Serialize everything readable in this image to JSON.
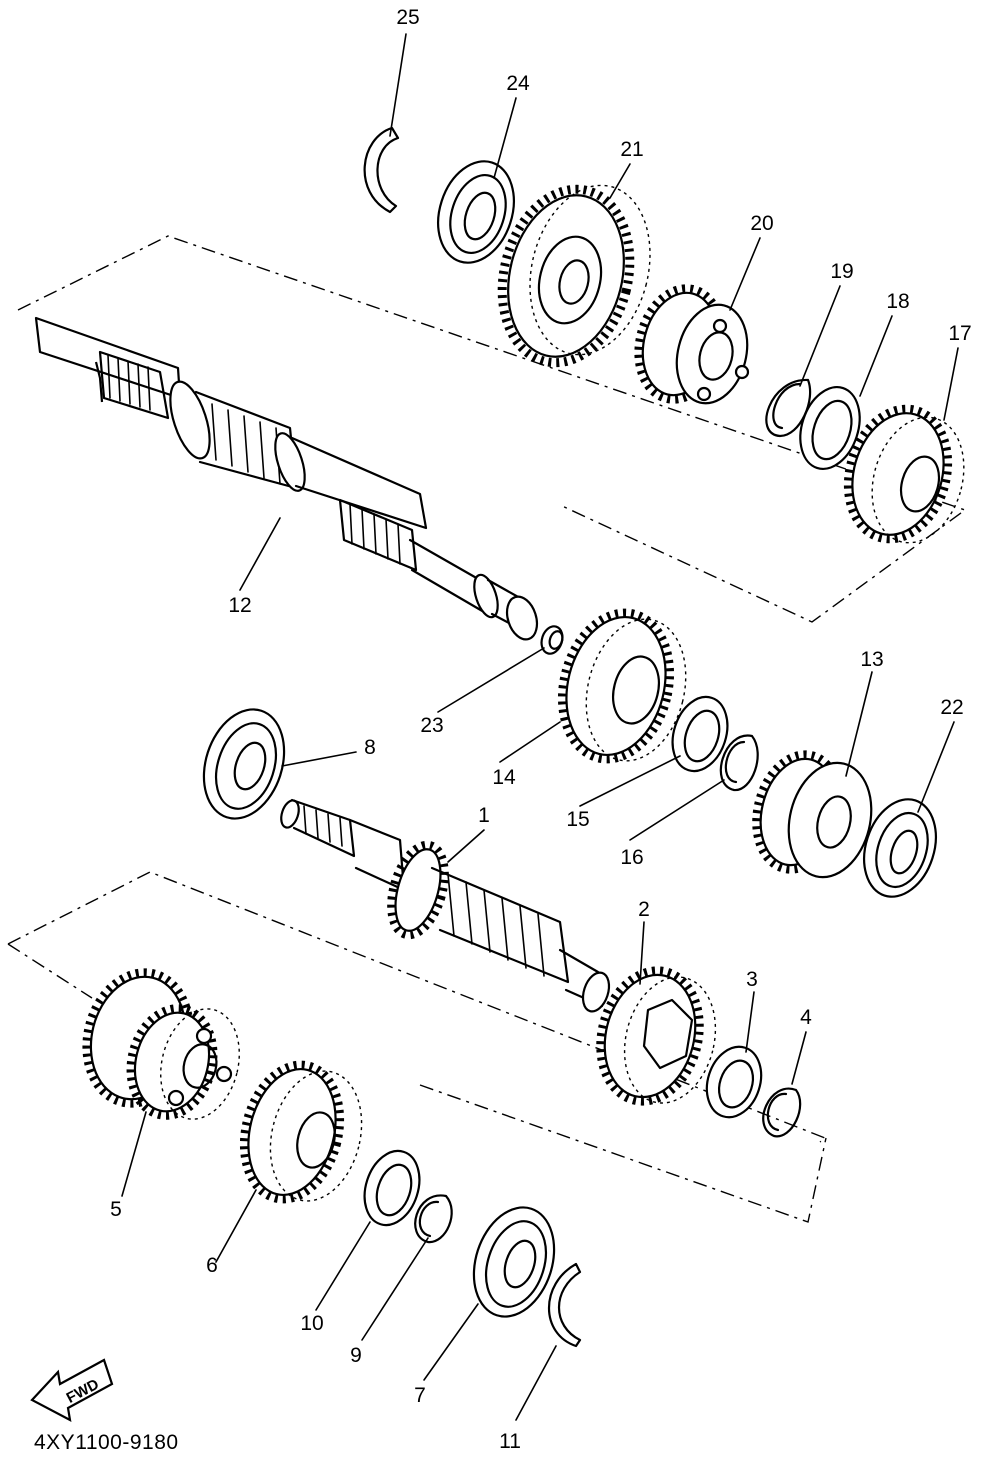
{
  "diagram": {
    "drawing_code": "4XY1100-9180",
    "fwd_label": "FWD",
    "callouts": [
      {
        "id": "1",
        "text": "1"
      },
      {
        "id": "2",
        "text": "2"
      },
      {
        "id": "3",
        "text": "3"
      },
      {
        "id": "4",
        "text": "4"
      },
      {
        "id": "5",
        "text": "5"
      },
      {
        "id": "6",
        "text": "6"
      },
      {
        "id": "7",
        "text": "7"
      },
      {
        "id": "8",
        "text": "8"
      },
      {
        "id": "9",
        "text": "9"
      },
      {
        "id": "10",
        "text": "10"
      },
      {
        "id": "11",
        "text": "11"
      },
      {
        "id": "12",
        "text": "12"
      },
      {
        "id": "13",
        "text": "13"
      },
      {
        "id": "14",
        "text": "14"
      },
      {
        "id": "15",
        "text": "15"
      },
      {
        "id": "16",
        "text": "16"
      },
      {
        "id": "17",
        "text": "17"
      },
      {
        "id": "18",
        "text": "18"
      },
      {
        "id": "19",
        "text": "19"
      },
      {
        "id": "20",
        "text": "20"
      },
      {
        "id": "21",
        "text": "21"
      },
      {
        "id": "22",
        "text": "22"
      },
      {
        "id": "23",
        "text": "23"
      },
      {
        "id": "24",
        "text": "24"
      },
      {
        "id": "25",
        "text": "25"
      }
    ]
  }
}
